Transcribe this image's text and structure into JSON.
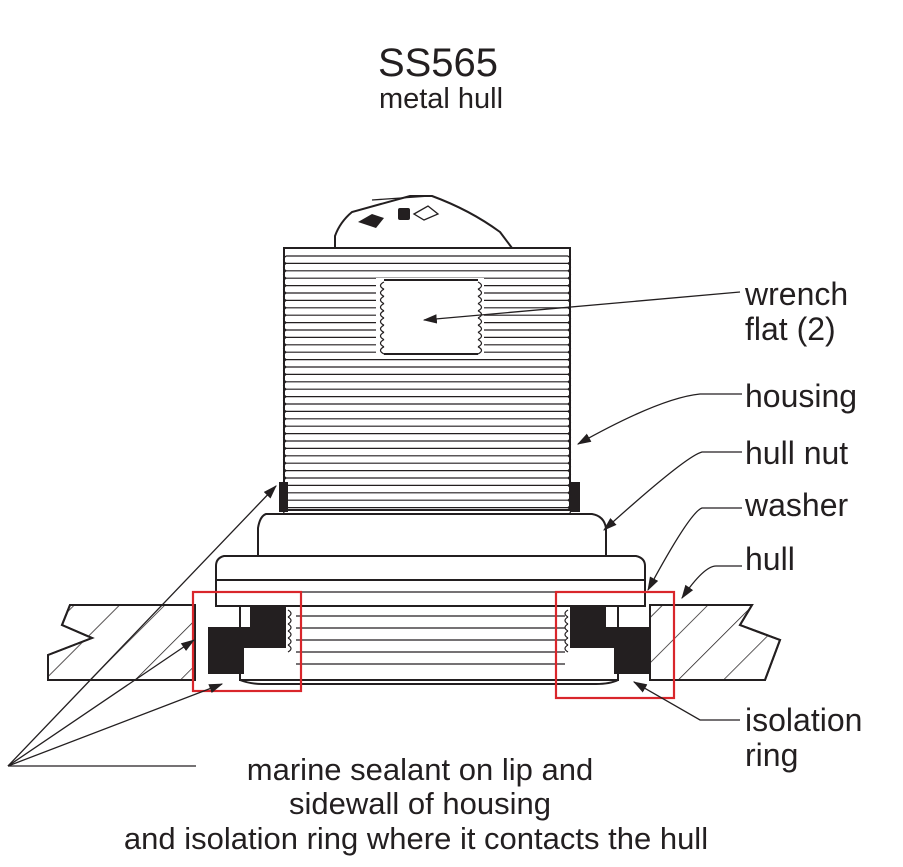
{
  "title": "SS565",
  "subtitle": "metal hull",
  "labels": {
    "wrench_flat_line1": "wrench",
    "wrench_flat_line2": "flat (2)",
    "housing": "housing",
    "hull_nut": "hull nut",
    "washer": "washer",
    "hull": "hull",
    "isolation_ring_line1": "isolation",
    "isolation_ring_line2": "ring"
  },
  "note": {
    "line1": "marine sealant on lip and",
    "line2": "sidewall of housing",
    "line3": "and isolation ring where it contacts the hull"
  },
  "colors": {
    "ink": "#231f20",
    "highlight": "#d9262b"
  }
}
